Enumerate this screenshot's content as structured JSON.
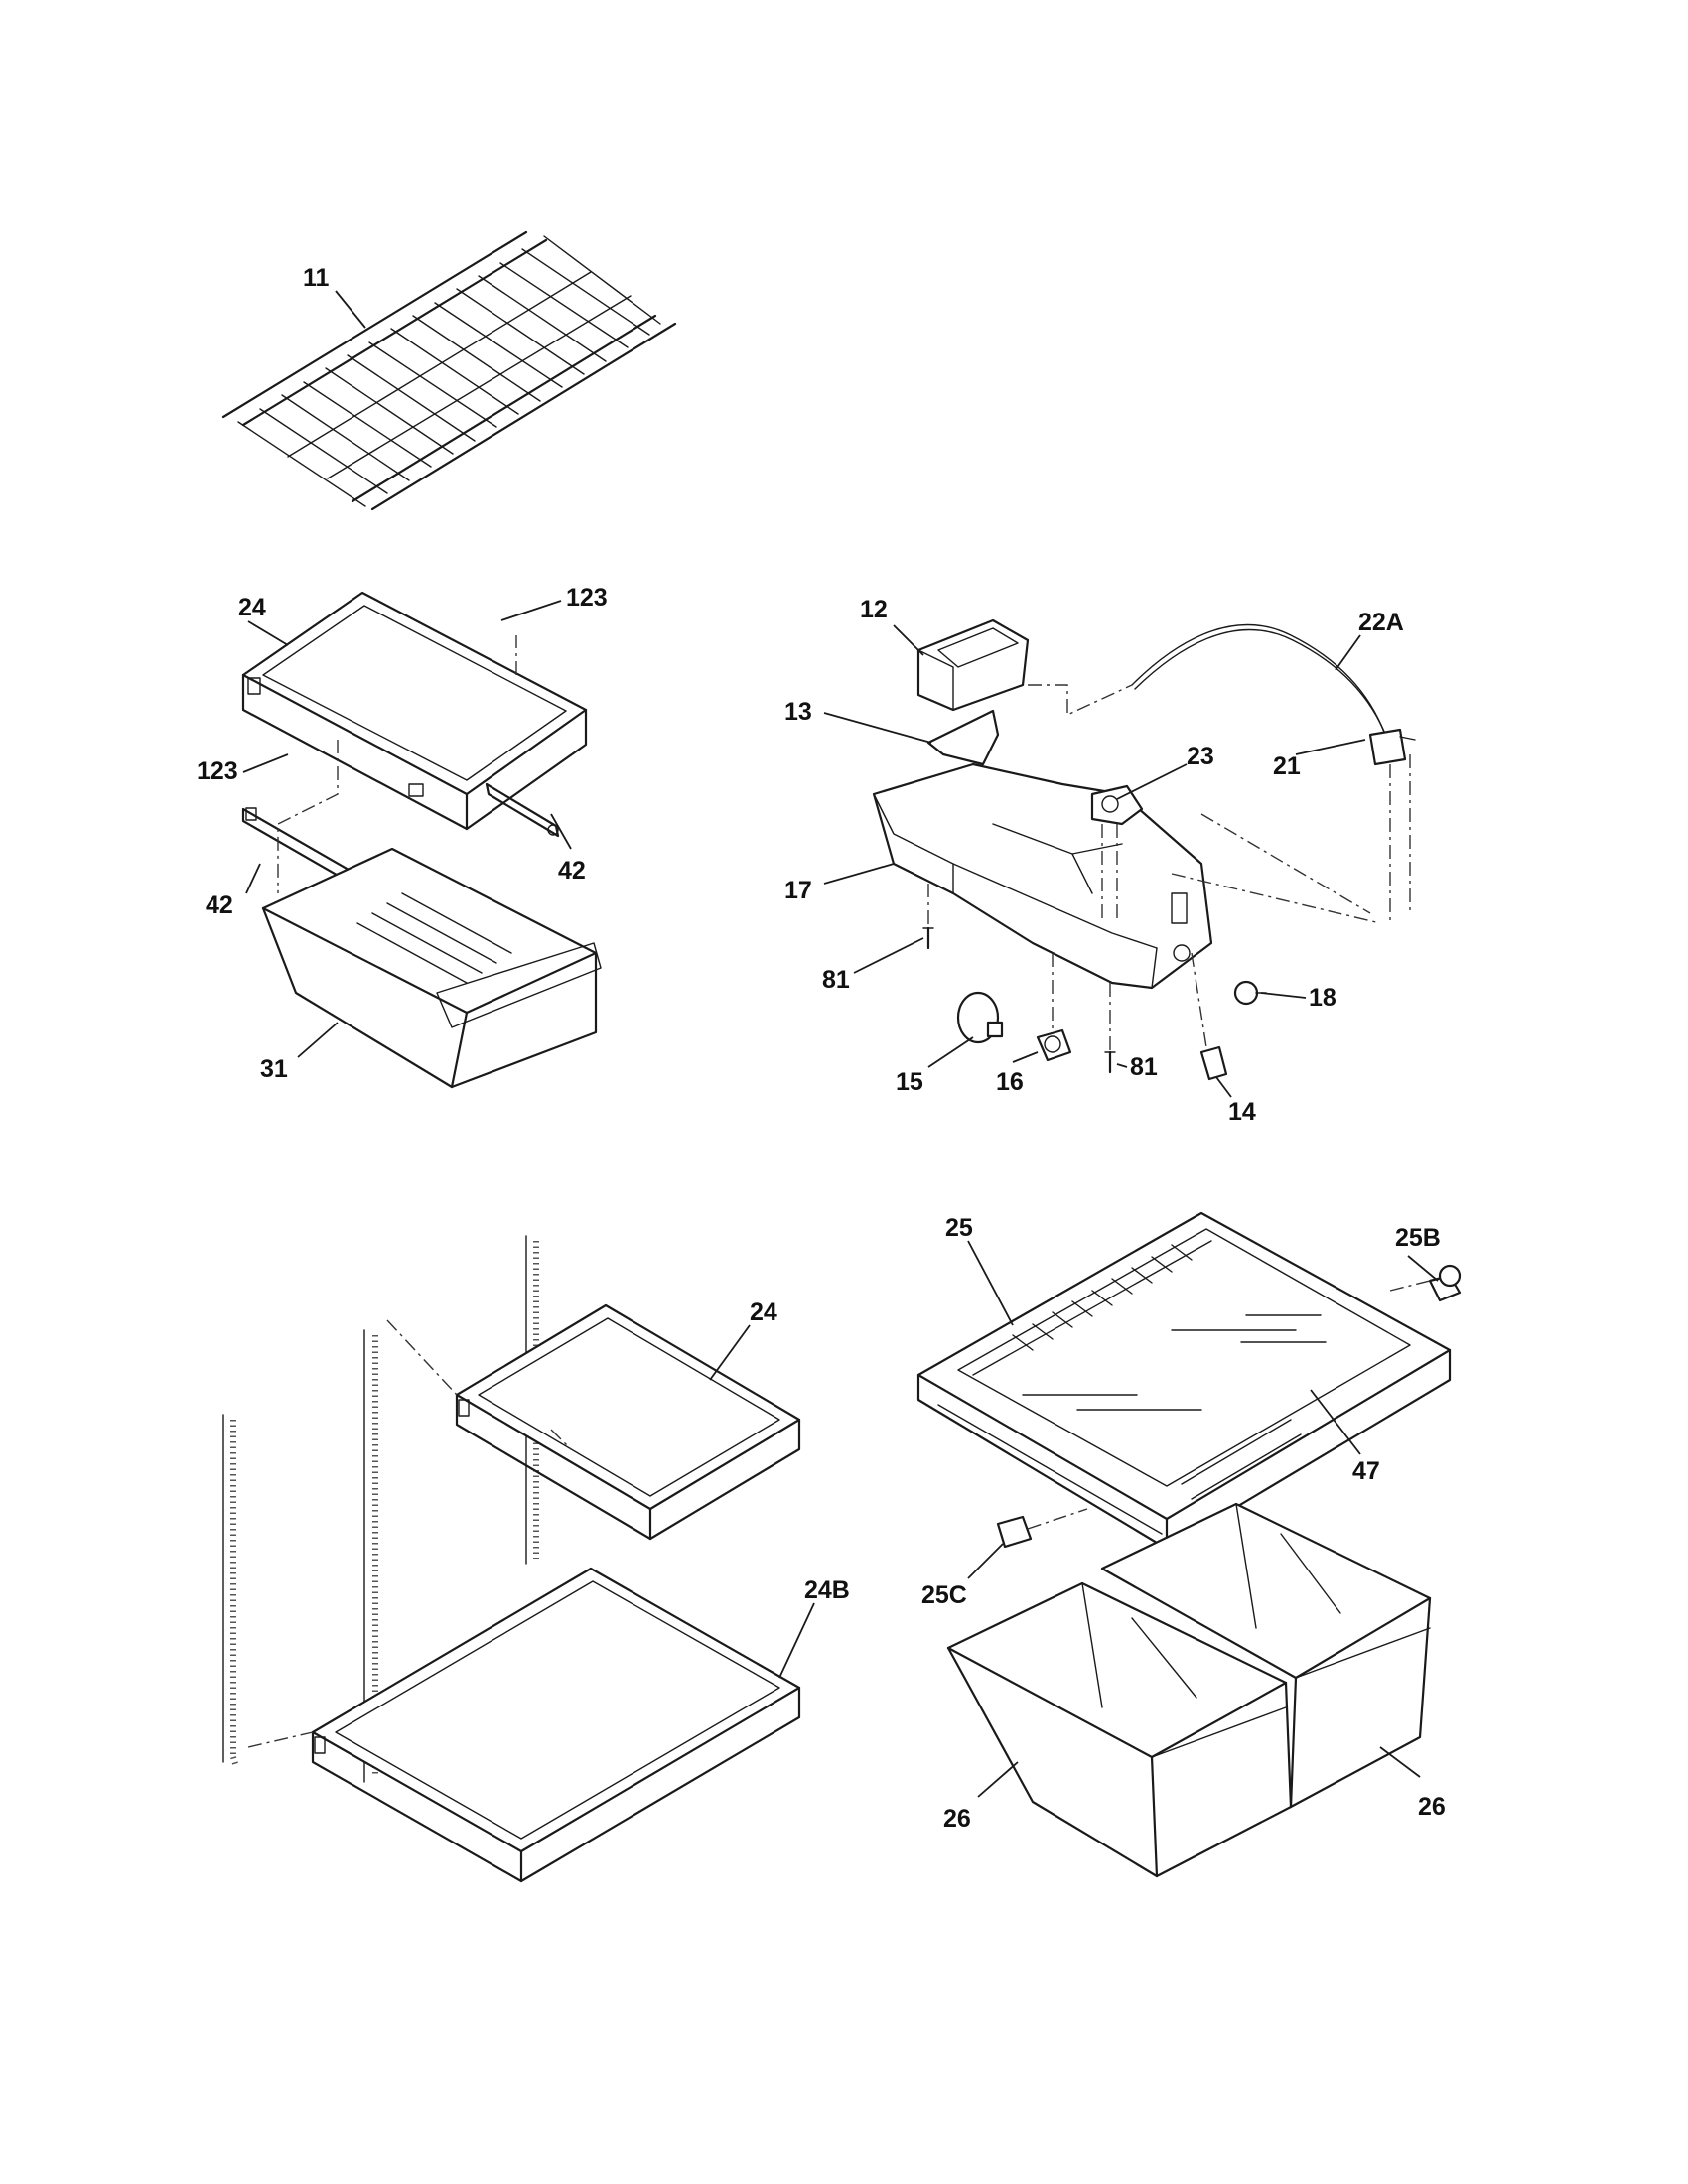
{
  "diagram": {
    "callouts": {
      "c11": "11",
      "c24_top": "24",
      "c123_right": "123",
      "c123_left": "123",
      "c42_right": "42",
      "c42_left": "42",
      "c31": "31",
      "c12": "12",
      "c22a": "22A",
      "c13": "13",
      "c23": "23",
      "c21": "21",
      "c17": "17",
      "c81_left": "81",
      "c18": "18",
      "c81_right": "81",
      "c15": "15",
      "c16": "16",
      "c14": "14",
      "c25": "25",
      "c25b": "25B",
      "c24_mid": "24",
      "c47": "47",
      "c24b": "24B",
      "c25c": "25C",
      "c26_left": "26",
      "c26_right": "26"
    }
  }
}
